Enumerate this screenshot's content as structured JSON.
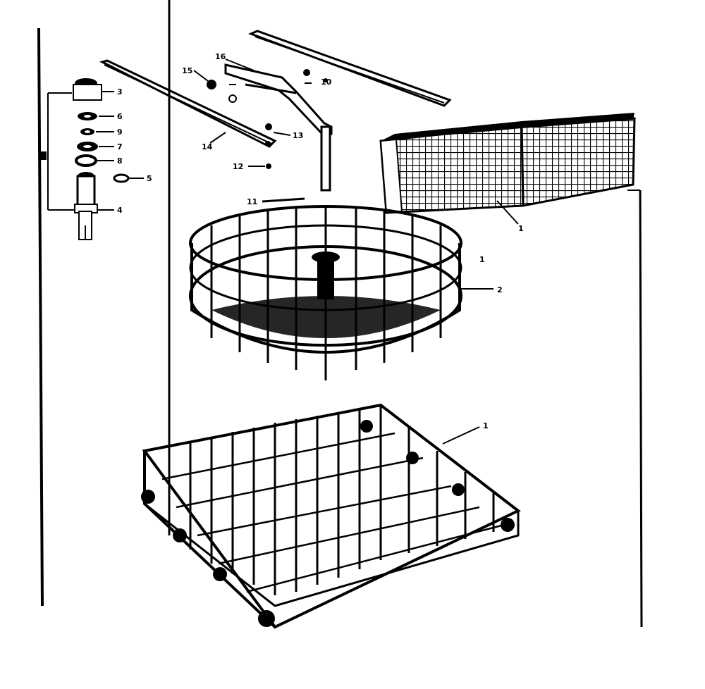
{
  "diagram": {
    "callouts": [
      {
        "id": "label-1-basket",
        "text": "1"
      },
      {
        "id": "label-1-upper-rack",
        "text": "1"
      },
      {
        "id": "label-1-lower-rack",
        "text": "1"
      },
      {
        "id": "label-2",
        "text": "2"
      },
      {
        "id": "label-3",
        "text": "3"
      },
      {
        "id": "label-4",
        "text": "4"
      },
      {
        "id": "label-5",
        "text": "5"
      },
      {
        "id": "label-6",
        "text": "6"
      },
      {
        "id": "label-7",
        "text": "7"
      },
      {
        "id": "label-8",
        "text": "8"
      },
      {
        "id": "label-9",
        "text": "9"
      },
      {
        "id": "label-10",
        "text": "10"
      },
      {
        "id": "label-11",
        "text": "11"
      },
      {
        "id": "label-12",
        "text": "12"
      },
      {
        "id": "label-13",
        "text": "13"
      },
      {
        "id": "label-14",
        "text": "14"
      },
      {
        "id": "label-15",
        "text": "15"
      },
      {
        "id": "label-16",
        "text": "16"
      }
    ]
  }
}
